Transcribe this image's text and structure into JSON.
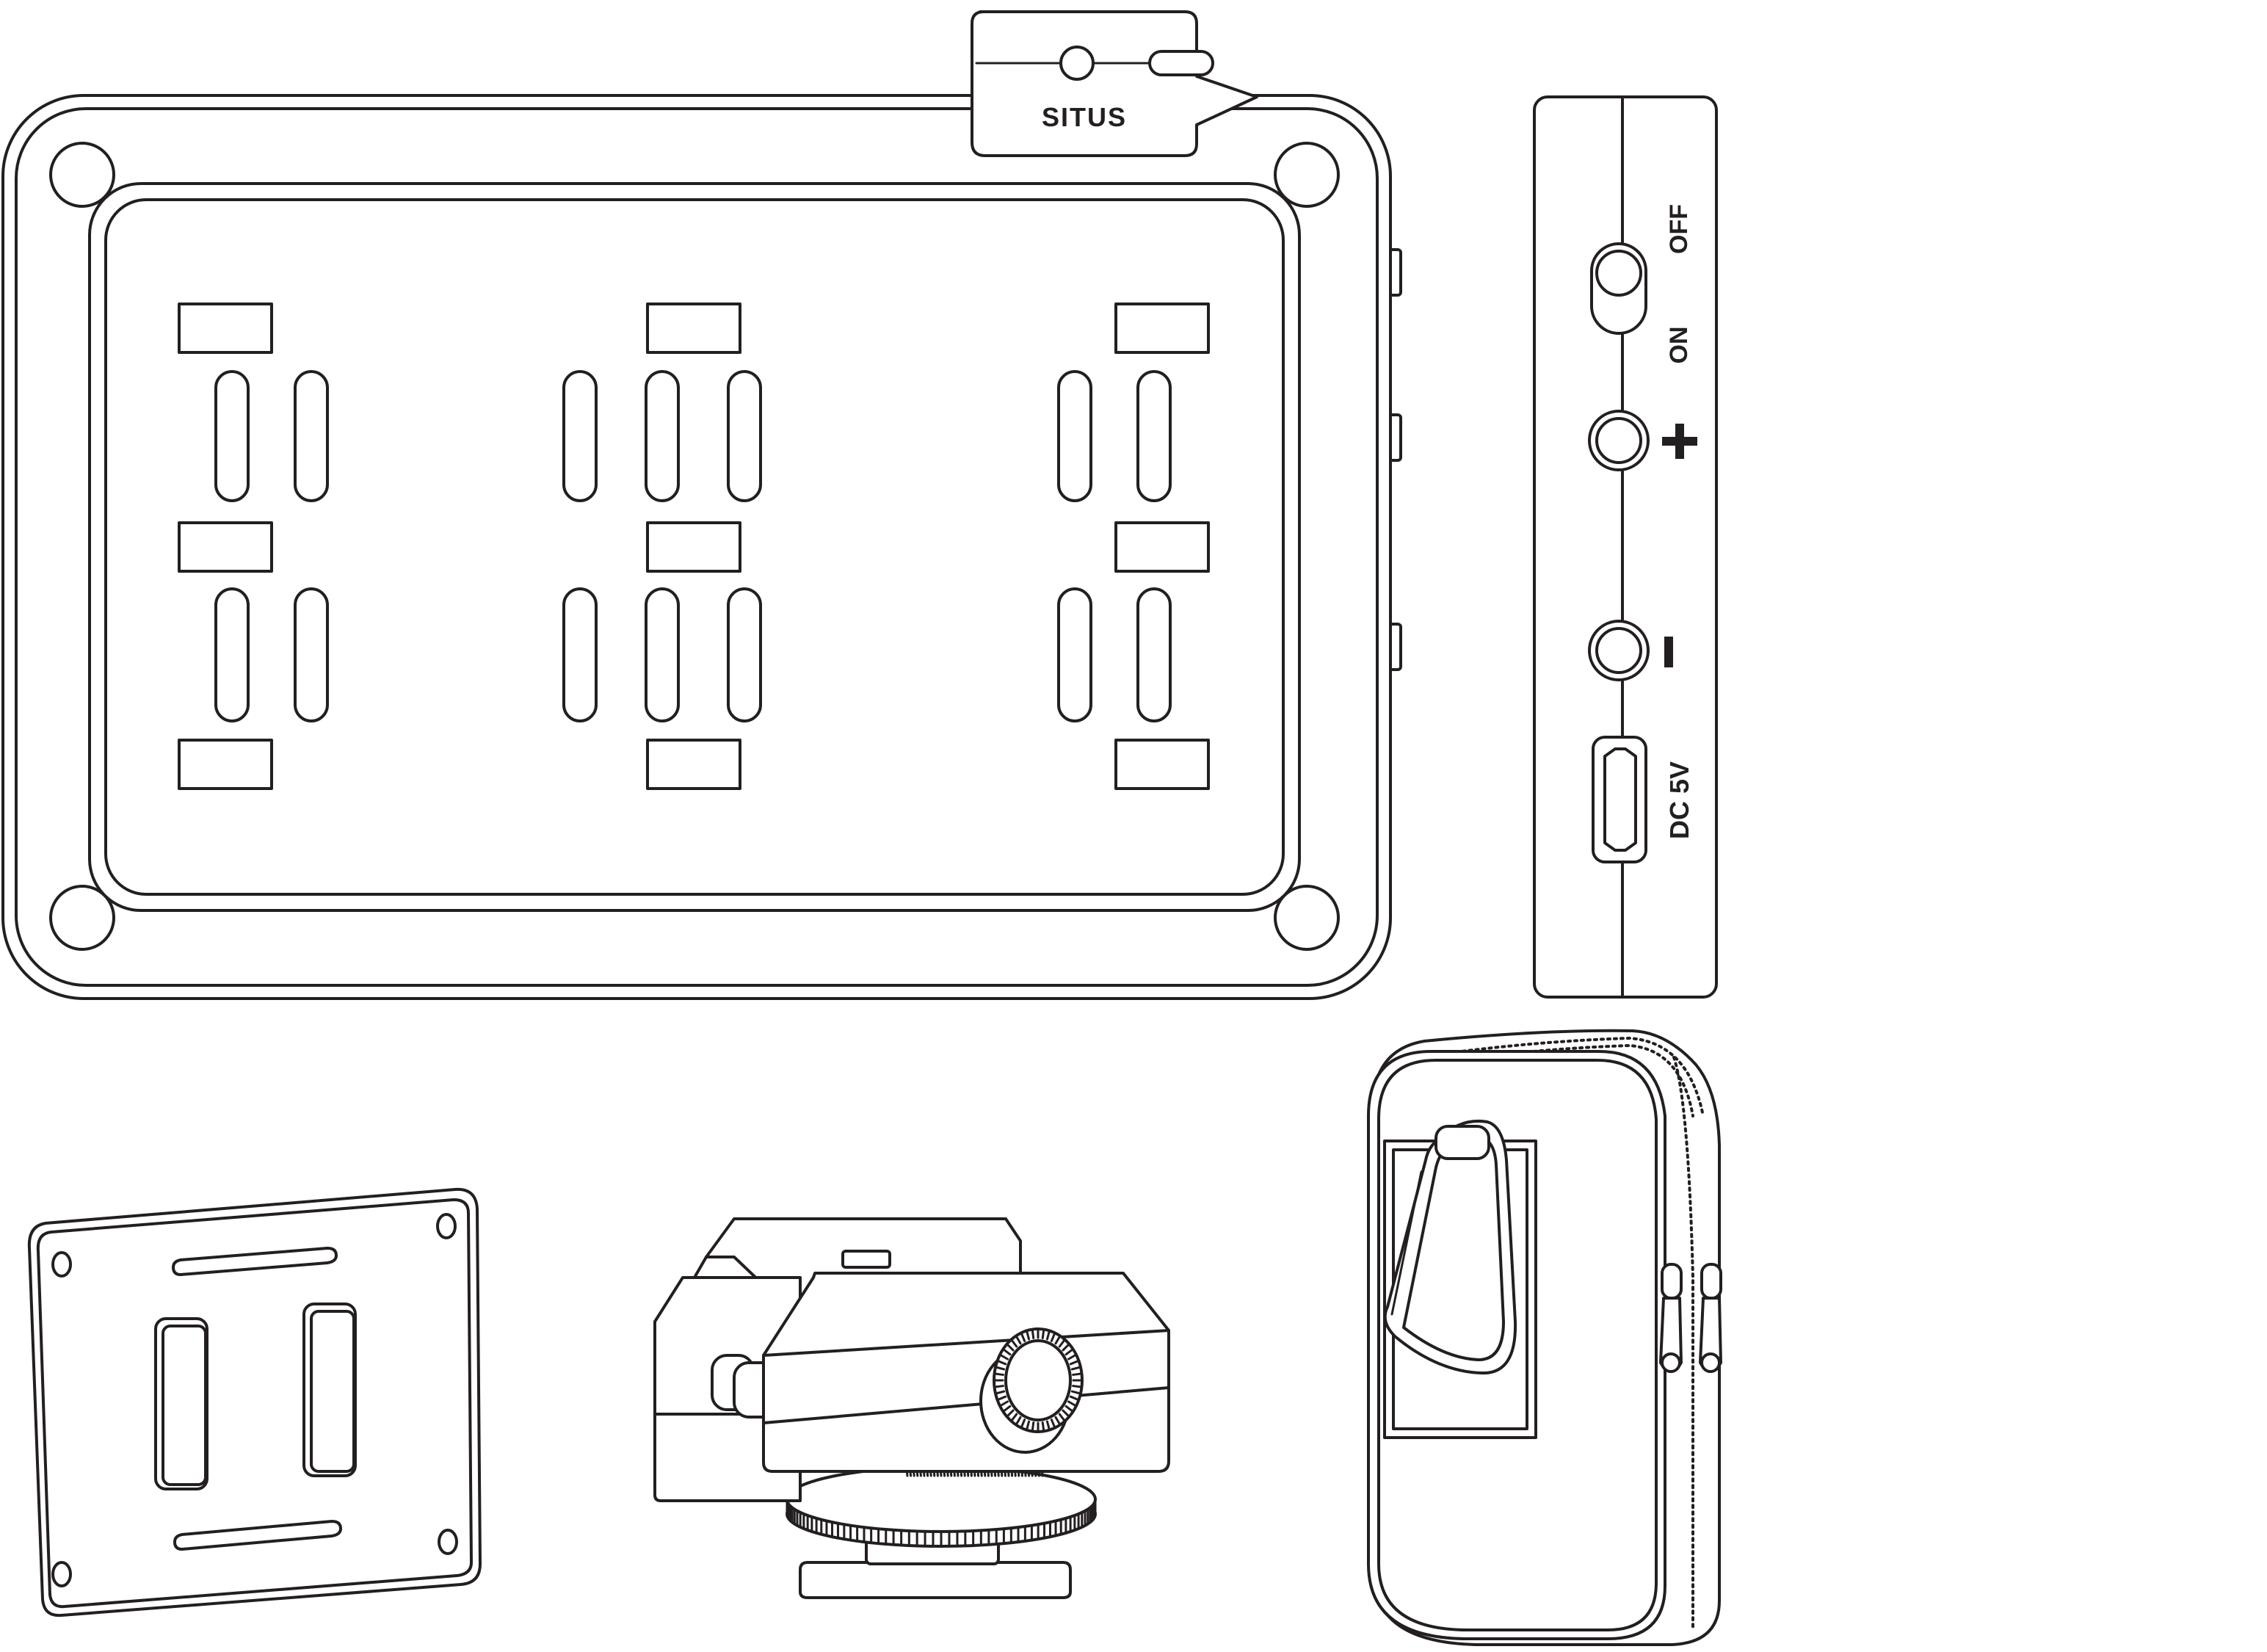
{
  "panel": {
    "brand_tag": "SITUS"
  },
  "side_controls": {
    "switch_off_label": "OFF",
    "switch_on_label": "ON",
    "plus_label": "+",
    "minus_label": "–",
    "port_label": "DC 5V"
  },
  "accessories": [
    "mounting-plate",
    "cold-shoe-mount",
    "carry-pouch"
  ],
  "colors": {
    "line": "#231f20",
    "background": "#ffffff"
  }
}
